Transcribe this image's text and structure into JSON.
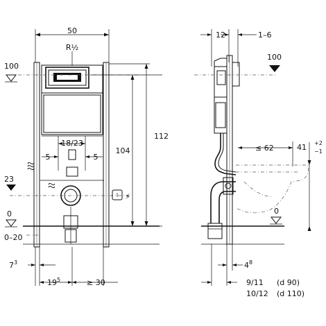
{
  "front": {
    "width": "50",
    "thread": "R½",
    "height_total": "112",
    "height_frame": "104",
    "level_100": "100",
    "level_23": "23",
    "level_0": "0",
    "range_0_20": "0–20",
    "spacing_18_23": "18/23",
    "offset_left_5": "5",
    "offset_right_5": "5",
    "dim_7_base": "7",
    "dim_7_sup": "3",
    "dim_19_base": "19",
    "dim_19_sup": "5",
    "dim_min_30": "≥ 30",
    "electric_symbol": "⚡"
  },
  "side": {
    "dim_12": "12",
    "dim_1_6": "1–6",
    "level_100": "100",
    "dim_min_62": "≤ 62",
    "dim_41_base": "41",
    "dim_41_plus": "+2",
    "dim_41_minus": "−1",
    "level_0": "0",
    "dim_4_base": "4",
    "dim_4_sup": "8",
    "pipe_90": "9/11",
    "pipe_90_d": "(d 90)",
    "pipe_110": "10/12",
    "pipe_110_d": "(d 110)"
  }
}
